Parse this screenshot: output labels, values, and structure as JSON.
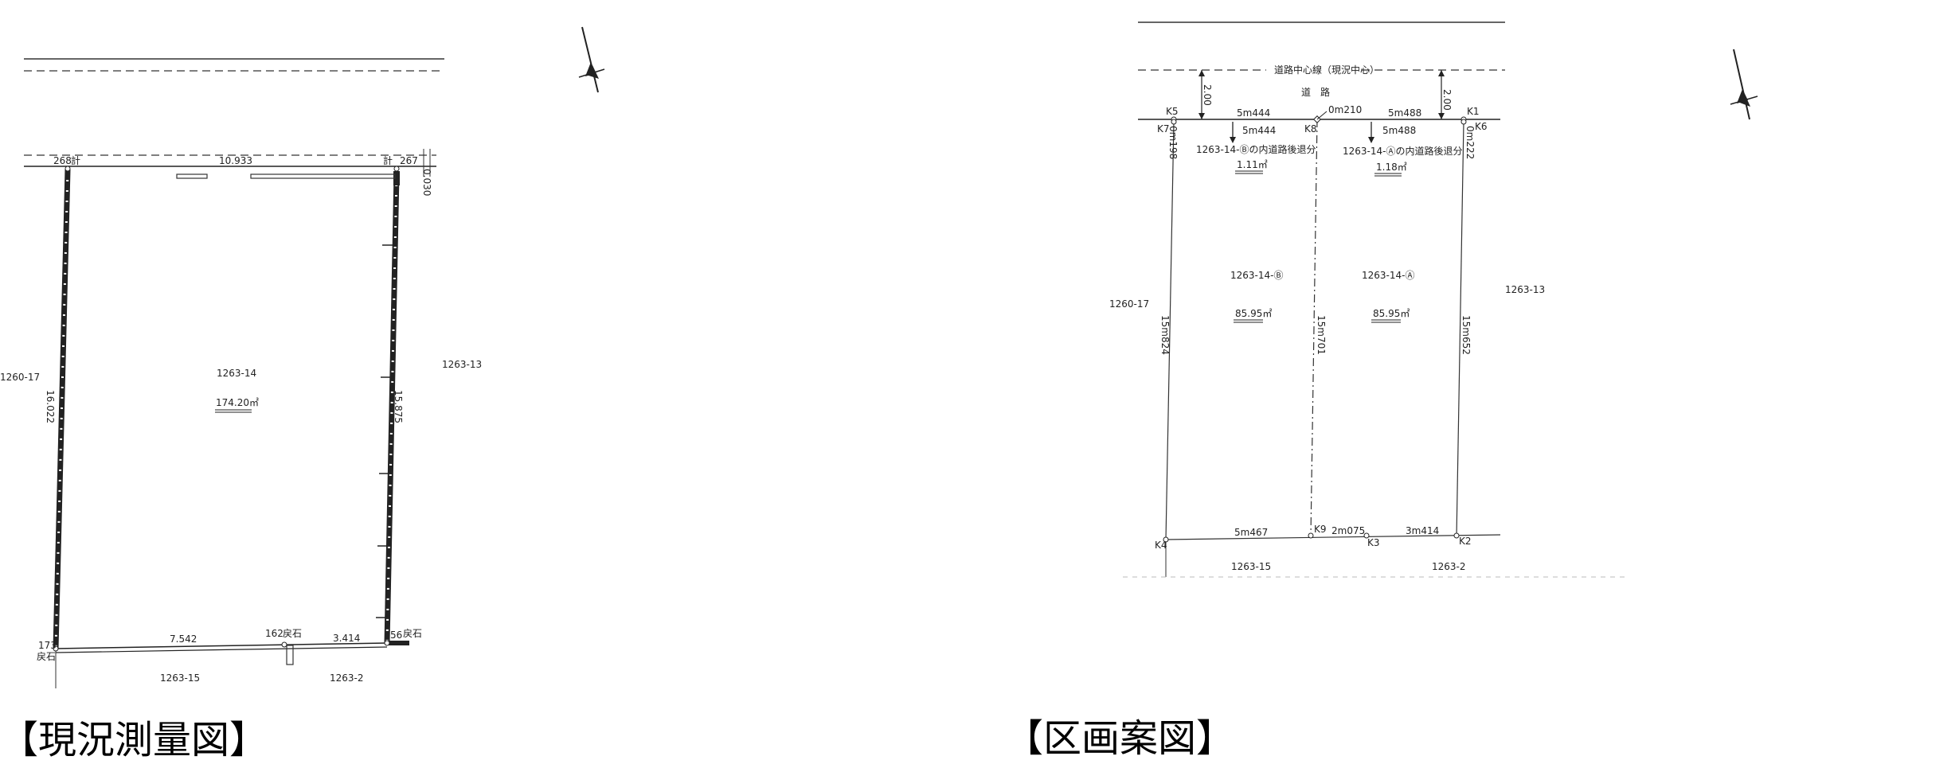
{
  "captions": {
    "left": "【現況測量図】",
    "right": "【区画案図】"
  },
  "survey": {
    "lot_number": "1263-14",
    "area": "174.20㎡",
    "top_length": "10.933",
    "left_length": "16.022",
    "right_length": "15.875",
    "bottom_left_length": "7.542",
    "bottom_right_length": "3.414",
    "offset_value": "0.030",
    "pt_268": "268",
    "pt_267": "267",
    "pt_173": "173",
    "pt_162": "162",
    "pt_56": "56",
    "kei": "計",
    "ishi": "戻石",
    "neighbor_left": "1260-17",
    "neighbor_right": "1263-13",
    "neighbor_bottom_left": "1263-15",
    "neighbor_bottom_right": "1263-2"
  },
  "plan": {
    "road_center": "道路中心線（現況中心）",
    "road": "道　路",
    "setback_left": "2.00",
    "setback_right": "2.00",
    "top_seg_left": "5m444",
    "top_seg_left2": "5m444",
    "top_seg_mid": "0m210",
    "top_seg_right": "5m488",
    "top_seg_right2": "5m488",
    "setback_b_label": "1263-14-Ⓑの内道路後退分",
    "setback_b_area": "1.11㎡",
    "setback_a_label": "1263-14-Ⓐの内道路後退分",
    "setback_a_area": "1.18㎡",
    "lot_b": "1263-14-Ⓑ",
    "lot_b_area": "85.95㎡",
    "lot_a": "1263-14-Ⓐ",
    "lot_a_area": "85.95㎡",
    "left_len": "15m824",
    "mid_len": "15m701",
    "right_len": "15m652",
    "left_short": "0m198",
    "right_short": "0m222",
    "bottom_left": "5m467",
    "bottom_mid": "2m075",
    "bottom_right": "3m414",
    "k1": "K1",
    "k2": "K2",
    "k3": "K3",
    "k4": "K4",
    "k5": "K5",
    "k6": "K6",
    "k7": "K7",
    "k8": "K8",
    "k9": "K9",
    "neighbor_left": "1260-17",
    "neighbor_right": "1263-13",
    "neighbor_bottom_left": "1263-15",
    "neighbor_bottom_right": "1263-2"
  }
}
